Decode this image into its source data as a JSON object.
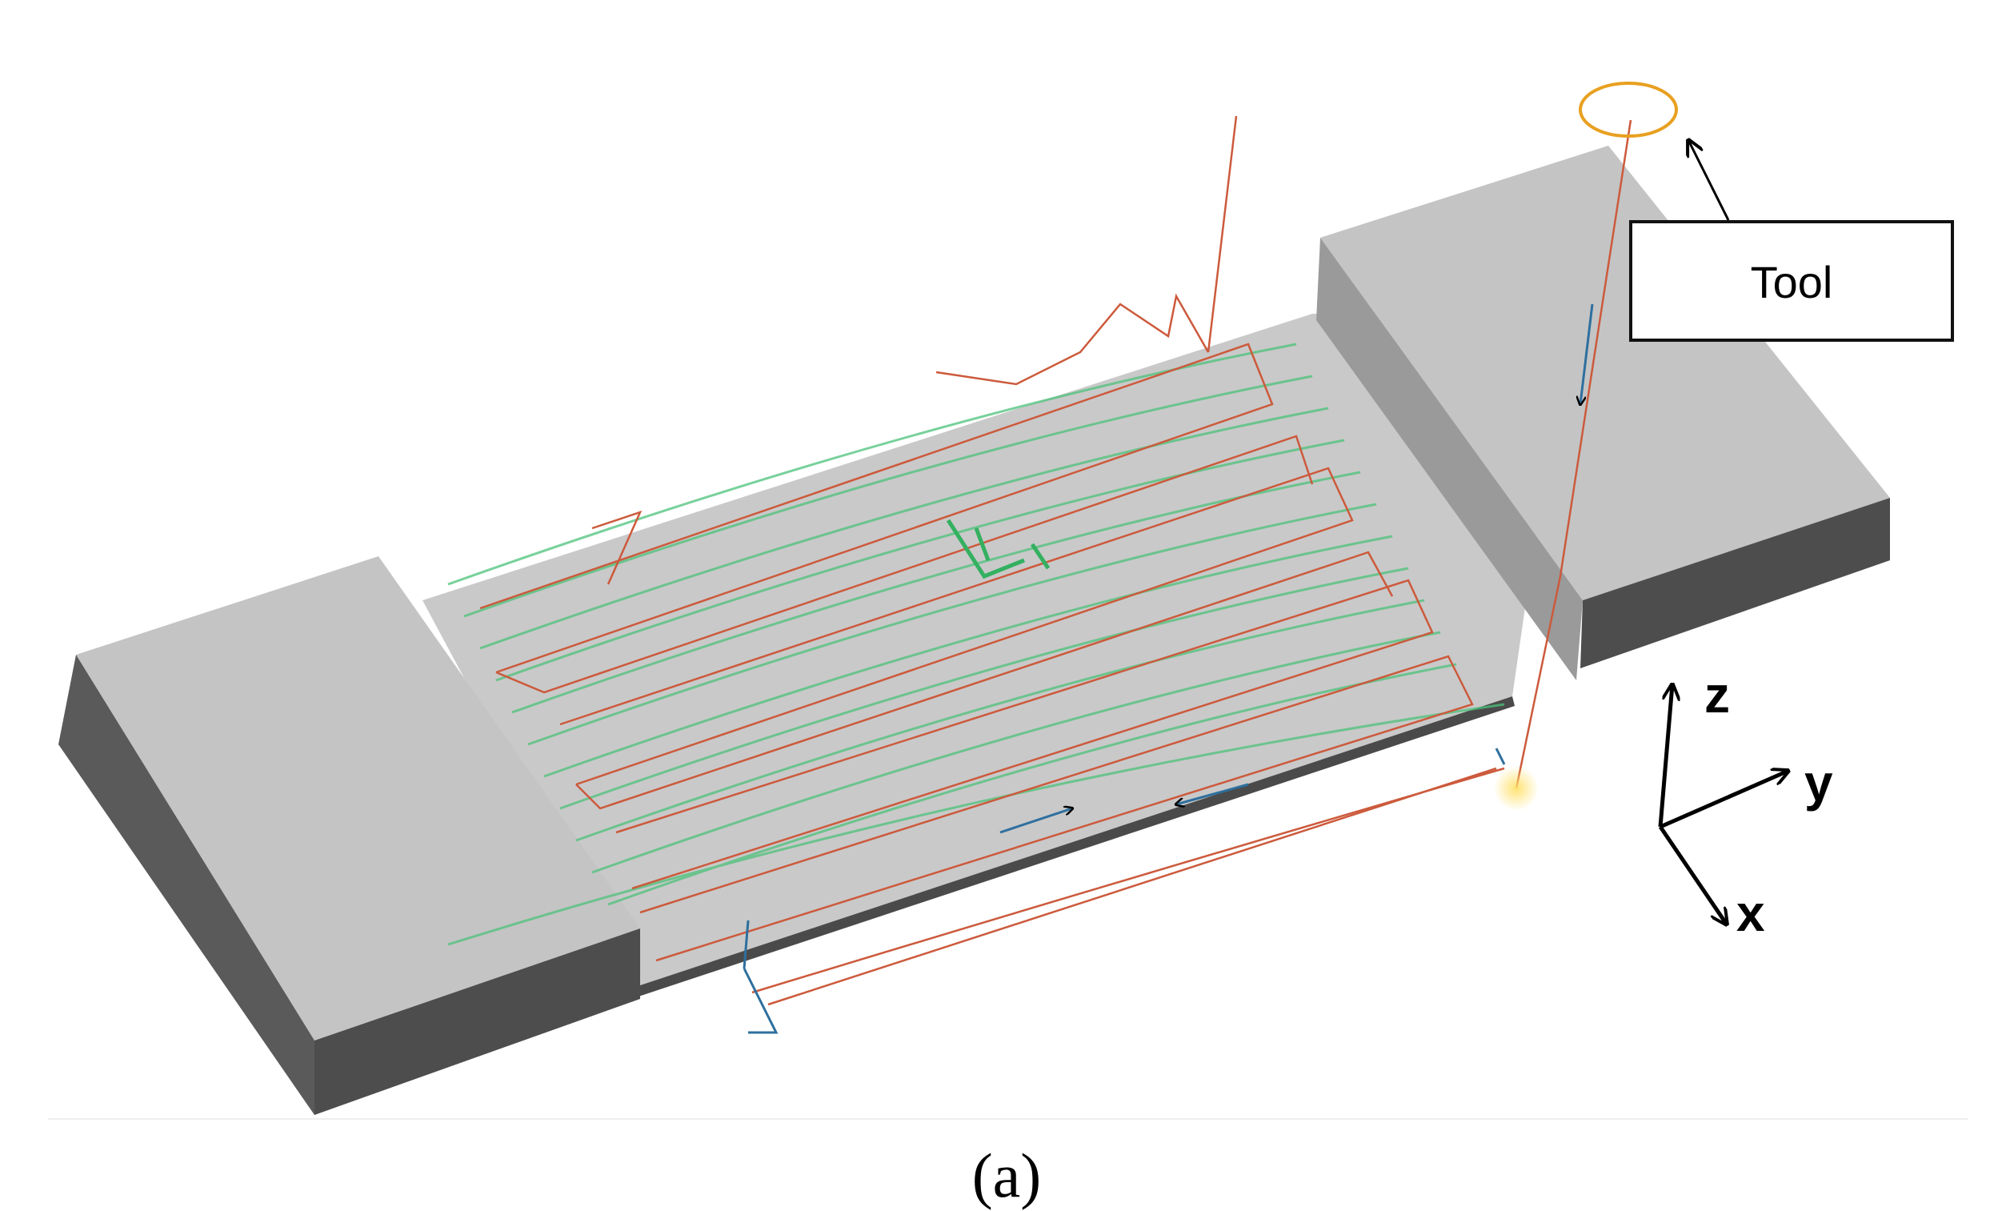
{
  "figure": {
    "callout_label": "Tool",
    "axis_labels": {
      "z": "z",
      "y": "y",
      "x": "x"
    },
    "caption": "(a)"
  },
  "colors": {
    "block_top": "#c4c4c4",
    "block_side": "#555555",
    "plate_top": "#c9c9c9",
    "plate_front": "#4a4a4a",
    "toolpath_red": "#cc5a3c",
    "toolpath_green": "#4cc27a",
    "toolpath_blue": "#2e6f9e",
    "tool_ring": "#e8a020",
    "callout_border": "#111111"
  },
  "icons": [
    "tool-ring-icon",
    "axis-triad-icon",
    "arrow-head-icon"
  ]
}
